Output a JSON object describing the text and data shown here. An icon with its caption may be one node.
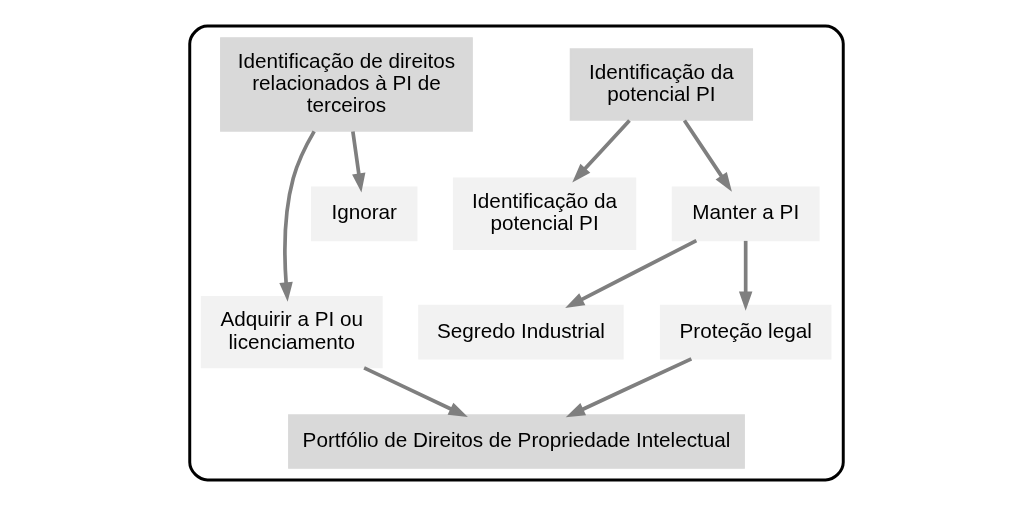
{
  "diagram": {
    "nodes": [
      {
        "text": [],
        "shape": "box"
      },
      {
        "text": [
          "Identificação da potencial PI"
        ],
        "in": 0
      },
      {
        "text": [
          "Identificação da potencial PI"
        ],
        "in": 0
      },
      {
        "text": [
          "Manter a PI"
        ],
        "in": 0
      },
      {
        "text": [
          "Segredo Industrial"
        ],
        "in": 0
      },
      {
        "text": [
          "Proteção legal"
        ],
        "in": 0
      },
      {
        "text": [
          "Identificação de direitos relacionados à PI de terceiros"
        ],
        "in": 0
      },
      {
        "text": [
          "Adquirir a PI ou licenciamento"
        ],
        "in": 0
      },
      {
        "text": [
          "Ignorar"
        ],
        "in": 0
      },
      {
        "text": [
          "Portfólio de Direitos de Propriedade Intelectual"
        ],
        "in": 0
      }
    ],
    "edges": [
      {
        "from": 1,
        "to": 2,
        "arrow": "to"
      },
      {
        "from": 1,
        "to": 3,
        "arrow": "to"
      },
      {
        "from": 3,
        "to": 4,
        "arrow": "to"
      },
      {
        "from": 3,
        "to": 5,
        "arrow": "to"
      },
      {
        "from": 6,
        "to": 7,
        "arrow": "to"
      },
      {
        "from": 6,
        "to": 8,
        "arrow": "to"
      },
      {
        "from": 5,
        "to": 9,
        "arrow": "to"
      },
      {
        "from": 7,
        "to": 9,
        "arrow": "to"
      }
    ]
  }
}
